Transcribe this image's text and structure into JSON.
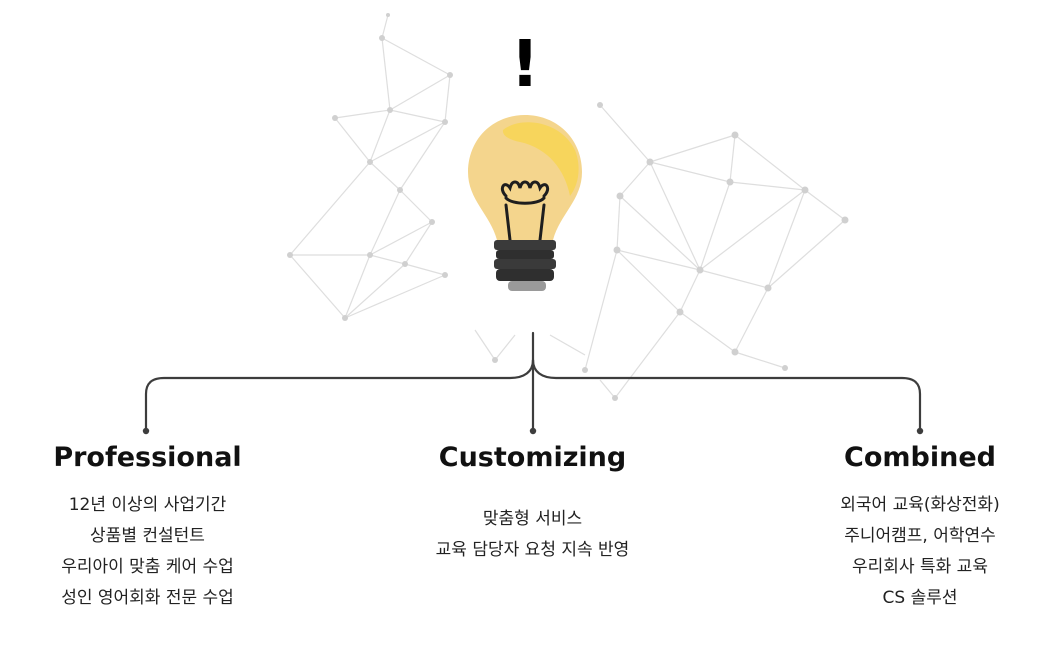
{
  "icons": {
    "bulb": "lightbulb-icon",
    "exclamation": "exclamation-icon"
  },
  "exclamation": "!",
  "colors": {
    "bulb_glass": "#F4D58D",
    "bulb_highlight": "#F7D55C",
    "bulb_base": "#3A3A3A",
    "connector_line": "#3D3D3D",
    "network": "#D9D9D9"
  },
  "columns": [
    {
      "title": "Professional",
      "items": [
        "12년 이상의 사업기간",
        "상품별 컨설턴트",
        "우리아이 맞춤 케어 수업",
        "성인 영어회화 전문 수업"
      ]
    },
    {
      "title": "Customizing",
      "items": [
        "맞춤형 서비스",
        "교육 담당자 요청 지속 반영"
      ]
    },
    {
      "title": "Combined",
      "items": [
        "외국어 교육(화상전화)",
        "주니어캠프, 어학연수",
        "우리회사 특화 교육",
        "CS 솔루션"
      ]
    }
  ]
}
